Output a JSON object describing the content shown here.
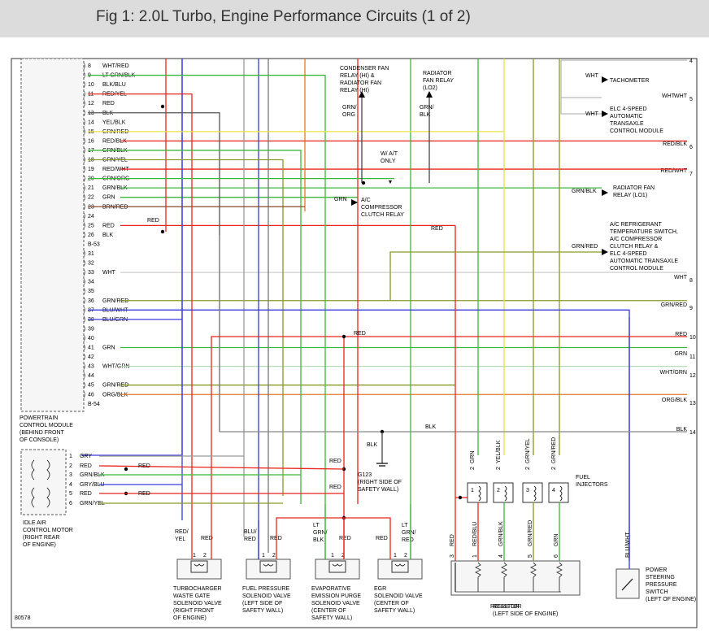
{
  "title": "Fig 1: 2.0L Turbo, Engine Performance Circuits (1 of 2)",
  "pcm": {
    "label": [
      "POWERTRAIN",
      "CONTROL MODULE",
      "(BEHIND FRONT",
      "OF CONSOLE)"
    ],
    "connector_top": "B-53",
    "connector_bottom": "B-54",
    "pins": [
      {
        "n": "8",
        "c": "WHT/RED"
      },
      {
        "n": "9",
        "c": "LT GRN/BLK"
      },
      {
        "n": "10",
        "c": "BLK/BLU"
      },
      {
        "n": "11",
        "c": "RED/YEL"
      },
      {
        "n": "12",
        "c": "RED"
      },
      {
        "n": "13",
        "c": "BLK"
      },
      {
        "n": "14",
        "c": "YEL/BLK"
      },
      {
        "n": "15",
        "c": "GRN/RED"
      },
      {
        "n": "16",
        "c": "RED/BLK"
      },
      {
        "n": "17",
        "c": "GRN/BLK"
      },
      {
        "n": "18",
        "c": "GRN/YEL"
      },
      {
        "n": "19",
        "c": "RED/WHT"
      },
      {
        "n": "20",
        "c": "GRN/ORG"
      },
      {
        "n": "21",
        "c": "GRN/BLK"
      },
      {
        "n": "22",
        "c": "GRN"
      },
      {
        "n": "23",
        "c": "BRN/RED"
      },
      {
        "n": "24",
        "c": ""
      },
      {
        "n": "25",
        "c": "RED"
      },
      {
        "n": "26",
        "c": "BLK"
      },
      {
        "n": "31",
        "c": ""
      },
      {
        "n": "32",
        "c": ""
      },
      {
        "n": "33",
        "c": "WHT"
      },
      {
        "n": "34",
        "c": ""
      },
      {
        "n": "35",
        "c": ""
      },
      {
        "n": "36",
        "c": "GRN/RED"
      },
      {
        "n": "37",
        "c": "BLU/WHT"
      },
      {
        "n": "38",
        "c": "BLU/GRN"
      },
      {
        "n": "39",
        "c": ""
      },
      {
        "n": "40",
        "c": ""
      },
      {
        "n": "41",
        "c": "GRN"
      },
      {
        "n": "42",
        "c": ""
      },
      {
        "n": "43",
        "c": "WHT/GRN"
      },
      {
        "n": "44",
        "c": ""
      },
      {
        "n": "45",
        "c": "GRN/RED"
      },
      {
        "n": "46",
        "c": "ORG/BLK"
      }
    ]
  },
  "iac": {
    "label": [
      "IDLE AIR",
      "CONTROL MOTOR",
      "(RIGHT REAR",
      "OF ENGINE)"
    ],
    "pins": [
      {
        "n": "1",
        "c": "GRY"
      },
      {
        "n": "2",
        "c": "RED"
      },
      {
        "n": "3",
        "c": "GRN/BLK"
      },
      {
        "n": "4",
        "c": "GRY/BLU"
      },
      {
        "n": "5",
        "c": "RED"
      },
      {
        "n": "6",
        "c": "GRN/YEL"
      }
    ],
    "red_a": "RED",
    "red_b": "RED"
  },
  "relays": {
    "condenser": [
      "CONDENSER FAN",
      "RELAY (HI) &",
      "RADIATOR FAN",
      "RELAY (HI)"
    ],
    "condenser_wire": [
      "GRN/",
      "ORG"
    ],
    "radiator_lo2": [
      "RADIATOR",
      "FAN RELAY",
      "(LO2)"
    ],
    "radiator_lo2_wire": [
      "GRN/",
      "BLK"
    ],
    "wac": [
      "W/ A/T",
      "ONLY"
    ],
    "ac_comp": [
      "A/C",
      "COMPRESSOR",
      "CLUTCH RELAY"
    ],
    "ac_comp_wire": "GRN",
    "red_25": "RED",
    "red_mid": "RED",
    "blk_line": "BLK",
    "blk_g123": "BLK",
    "g123": [
      "G123",
      "(RIGHT SIDE OF",
      "SAFETY WALL)"
    ]
  },
  "right_side": [
    {
      "text": [
        "TACHOMETER"
      ],
      "wire": "WHT"
    },
    {
      "text": [
        "ELC 4-SPEED",
        "AUTOMATIC",
        "TRANSAXLE",
        "CONTROL MODULE"
      ],
      "wire": "WHT"
    },
    {
      "text": [
        "RADIATOR FAN",
        "RELAY (LO1)"
      ],
      "wire": "GRN/BLK"
    },
    {
      "text": [
        "A/C REFRIGERANT",
        "TEMPERATURE SWITCH,",
        "A/C COMPRESSOR",
        "CLUTCH RELAY &",
        "ELC 4-SPEED",
        "AUTOMATIC TRANSAXLE",
        "CONTROL MODULE"
      ],
      "wire": "GRN/RED"
    }
  ],
  "outputs": [
    {
      "n": "4",
      "c": ""
    },
    {
      "n": "5",
      "c": "WHT"
    },
    {
      "n": "6",
      "c": "RED/BLK"
    },
    {
      "n": "7",
      "c": "RED/WHT"
    },
    {
      "n": "8",
      "c": "WHT"
    },
    {
      "n": "9",
      "c": "GRN/RED"
    },
    {
      "n": "10",
      "c": "RED"
    },
    {
      "n": "11",
      "c": "GRN"
    },
    {
      "n": "12",
      "c": "WHT/GRN"
    },
    {
      "n": "13",
      "c": "ORG/BLK"
    },
    {
      "n": "14",
      "c": "BLK"
    }
  ],
  "injectors": {
    "label": [
      "FUEL",
      "INJECTORS"
    ],
    "wires": [
      "GRN",
      "YEL/BLK",
      "GRN/YEL",
      "GRN/RED"
    ],
    "pin2": "2",
    "nums": [
      "1",
      "2",
      "3",
      "4"
    ]
  },
  "resistor": {
    "label": [
      "RESISTOR",
      "(LEFT SIDE OF ENGINE)"
    ],
    "wires": [
      "RED",
      "RED/BLU",
      "GRN/BLK",
      "GRN/RED",
      "GRN"
    ],
    "pins": [
      "3",
      "1",
      "4",
      "5",
      "6"
    ]
  },
  "ps_switch": {
    "label": [
      "POWER",
      "STEERING",
      "PRESSURE",
      "SWITCH",
      "(LEFT OF ENGINE)"
    ],
    "wire": "BLU/WHT"
  },
  "solenoids": [
    {
      "label": [
        "TURBOCHARGER",
        "WASTE GATE",
        "SOLENOID VALVE",
        "(RIGHT FRONT",
        "OF ENGINE)"
      ],
      "w1": [
        "RED/",
        "YEL"
      ],
      "w2": [
        "RED"
      ]
    },
    {
      "label": [
        "FUEL PRESSURE",
        "SOLENOID VALVE",
        "(LEFT SIDE OF",
        "SAFETY WALL)"
      ],
      "w1": [
        "BLU/",
        "RED"
      ],
      "w2": [
        "RED"
      ]
    },
    {
      "label": [
        "EVAPORATIVE",
        "EMISSION PURGE",
        "SOLENOID VALVE",
        "(CENTER OF",
        "SAFETY WALL)"
      ],
      "w1": [
        "LT",
        "GRN/",
        "BLK"
      ],
      "w2": [
        "RED"
      ]
    },
    {
      "label": [
        "EGR",
        "SOLENOID VALVE",
        "(CENTER OF",
        "SAFETY WALL)"
      ],
      "w1": [
        "RED"
      ],
      "w2": [
        "LT",
        "GRN/",
        "RED"
      ]
    }
  ],
  "sol_pins": [
    "1",
    "2"
  ],
  "figure_id": "80578",
  "colors": {
    "red": "#e8261c",
    "blue": "#3a3adb",
    "green": "#3cb83c",
    "yellow": "#e8e04a",
    "orange": "#e07a2a",
    "gray": "#888888",
    "ltgreen": "#8fcf8f",
    "olive": "#8a9a2a",
    "black": "#222222",
    "brown": "#8a4a2a"
  }
}
